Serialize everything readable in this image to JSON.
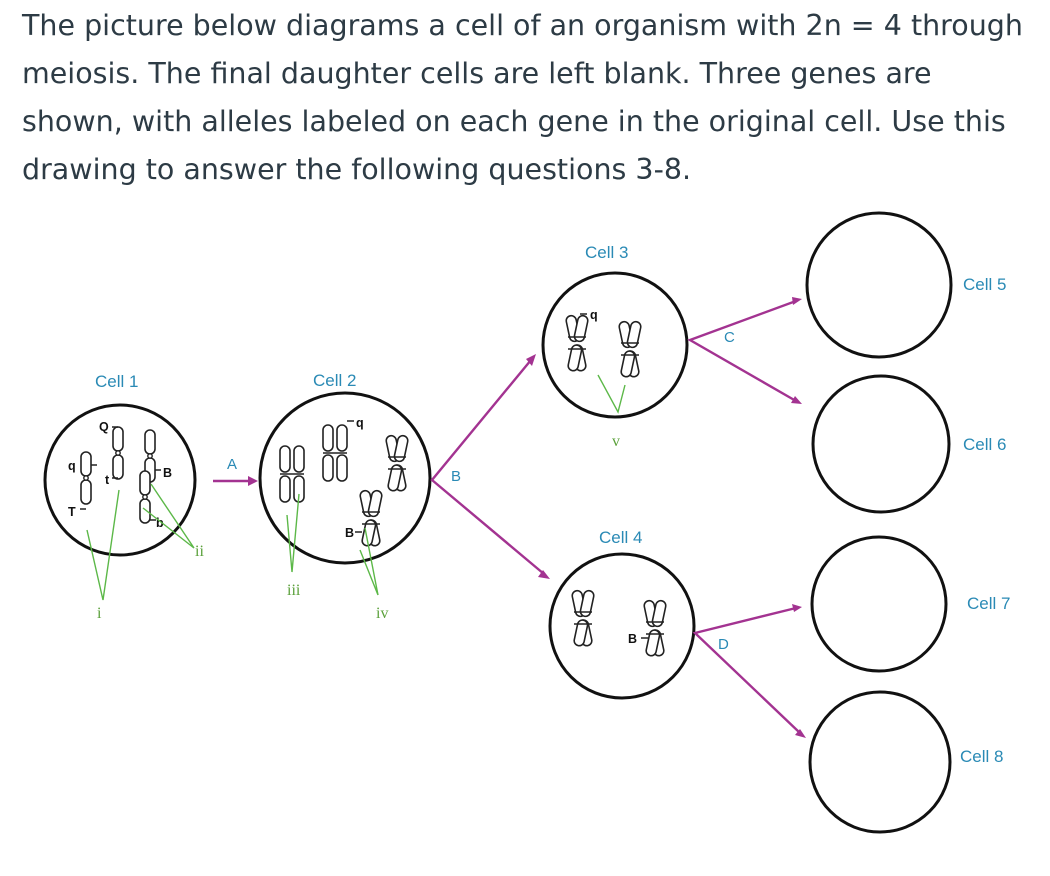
{
  "question": {
    "text": "The picture below diagrams a cell of an organism with 2n = 4 through meiosis. The final daughter cells are left blank. Three genes are shown, with alleles labeled on each gene in the original cell. Use this drawing to answer the following questions 3-8."
  },
  "cells": {
    "cell1": "Cell 1",
    "cell2": "Cell 2",
    "cell3": "Cell 3",
    "cell4": "Cell 4",
    "cell5": "Cell 5",
    "cell6": "Cell 6",
    "cell7": "Cell 7",
    "cell8": "Cell 8"
  },
  "steps": {
    "a": "A",
    "b": "B",
    "c": "C",
    "d": "D"
  },
  "pointers": {
    "i": "i",
    "ii": "ii",
    "iii": "iii",
    "iv": "iv",
    "v": "v"
  },
  "alleles": {
    "c1_Q": "Q",
    "c1_q": "q",
    "c1_t": "t",
    "c1_T": "T",
    "c1_B": "B",
    "c1_b": "b",
    "c2_q": "q",
    "c2_B": "B",
    "c3_q": "q",
    "c4_B": "B"
  },
  "colors": {
    "label": "#2a8ab5",
    "arrow": "#a33391",
    "pointer": "#5cb848",
    "text": "#2d3b45"
  }
}
